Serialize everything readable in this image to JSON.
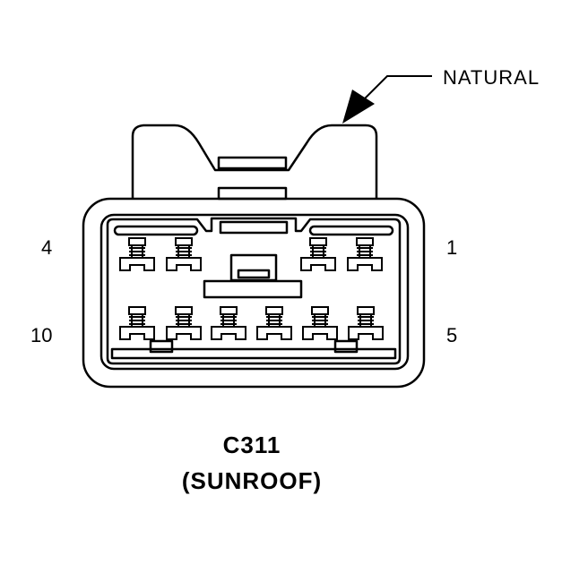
{
  "connector": {
    "id": "C311",
    "name": "(SUNROOF)",
    "color_callout": "NATURAL"
  },
  "pin_labels": {
    "top_left": "4",
    "top_right": "1",
    "bottom_left": "10",
    "bottom_right": "5"
  },
  "terminals": {
    "top_row_count": 4,
    "bottom_row_count": 6
  },
  "colors": {
    "line": "#000000",
    "background": "#ffffff"
  }
}
